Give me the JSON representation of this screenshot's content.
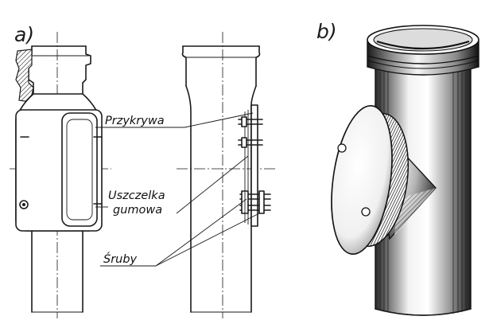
{
  "panels": {
    "a": {
      "label": "a)"
    },
    "b": {
      "label": "b)"
    }
  },
  "callouts": {
    "cover": "Przykrywa",
    "gasket_line1": "Uszczelka",
    "gasket_line2": "gumowa",
    "screws": "Śruby"
  }
}
